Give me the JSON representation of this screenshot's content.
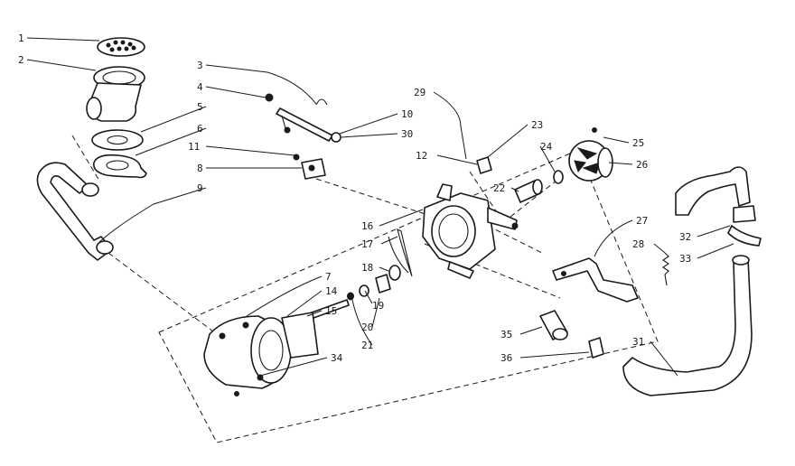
{
  "callouts": [
    {
      "id": "c1",
      "text": "1"
    },
    {
      "id": "c2",
      "text": "2"
    },
    {
      "id": "c3",
      "text": "3"
    },
    {
      "id": "c4",
      "text": "4"
    },
    {
      "id": "c5",
      "text": "5"
    },
    {
      "id": "c6",
      "text": "6"
    },
    {
      "id": "c11",
      "text": "11"
    },
    {
      "id": "c8",
      "text": "8"
    },
    {
      "id": "c9",
      "text": "9"
    },
    {
      "id": "c10",
      "text": "10"
    },
    {
      "id": "c30",
      "text": "30"
    },
    {
      "id": "c29",
      "text": "29"
    },
    {
      "id": "c23",
      "text": "23"
    },
    {
      "id": "c12",
      "text": "12"
    },
    {
      "id": "c24",
      "text": "24"
    },
    {
      "id": "c25",
      "text": "25"
    },
    {
      "id": "c26",
      "text": "26"
    },
    {
      "id": "c22",
      "text": "22"
    },
    {
      "id": "c16",
      "text": "16"
    },
    {
      "id": "c17",
      "text": "17"
    },
    {
      "id": "c18",
      "text": "18"
    },
    {
      "id": "c19",
      "text": "19"
    },
    {
      "id": "c20",
      "text": "20"
    },
    {
      "id": "c21",
      "text": "21"
    },
    {
      "id": "c7",
      "text": "7"
    },
    {
      "id": "c14",
      "text": "14"
    },
    {
      "id": "c15",
      "text": "15"
    },
    {
      "id": "c34",
      "text": "34"
    },
    {
      "id": "c27",
      "text": "27"
    },
    {
      "id": "c28",
      "text": "28"
    },
    {
      "id": "c32",
      "text": "32"
    },
    {
      "id": "c33",
      "text": "33"
    },
    {
      "id": "c31",
      "text": "31"
    },
    {
      "id": "c35",
      "text": "35"
    },
    {
      "id": "c36",
      "text": "36"
    }
  ]
}
